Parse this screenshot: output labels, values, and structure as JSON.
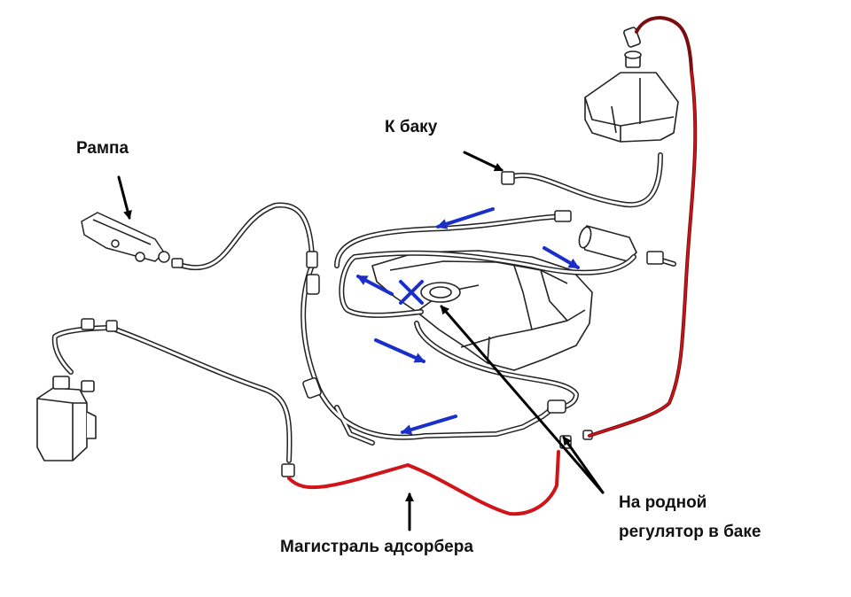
{
  "labels": {
    "rampa": "Рампа",
    "to_tank": "К баку",
    "regulator_line1": "На родной",
    "regulator_line2": "регулятор в баке",
    "adsorber_line": "Магистраль адсорбера"
  },
  "colors": {
    "line": "#222222",
    "tube_fill": "#ffffff",
    "highlight": "#d0141a",
    "flow_arrow": "#1a2fc9",
    "label_arrow": "#000000",
    "cross": "#1a2fc9"
  }
}
